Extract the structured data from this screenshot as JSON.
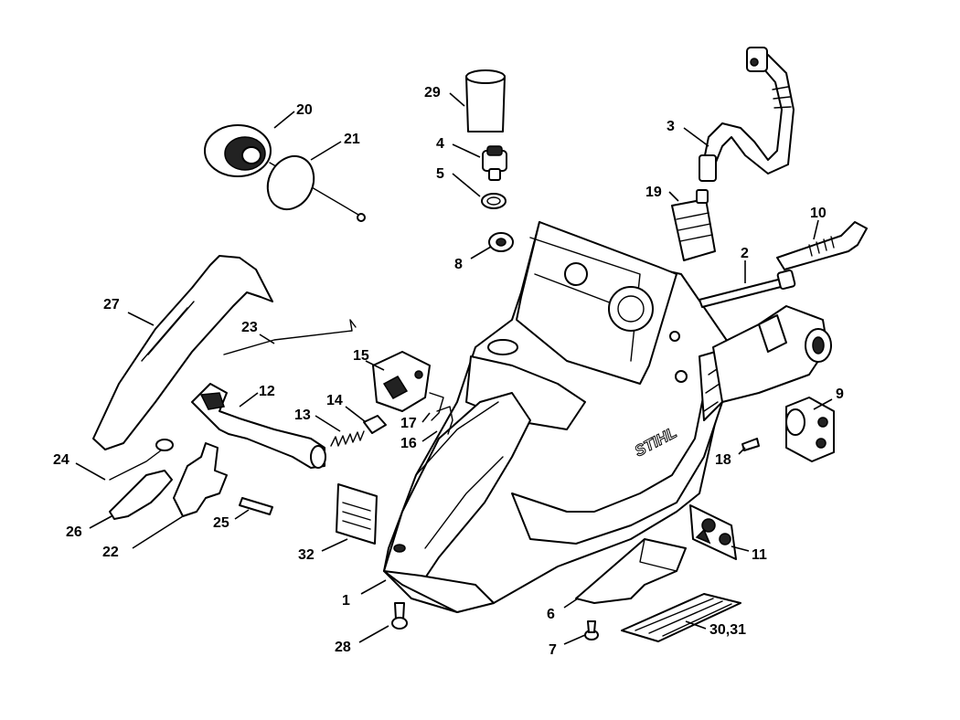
{
  "diagram": {
    "brand_mark": "STIHL",
    "callouts": {
      "c1": "1",
      "c2": "2",
      "c3": "3",
      "c4": "4",
      "c5": "5",
      "c6": "6",
      "c7": "7",
      "c8": "8",
      "c9": "9",
      "c10": "10",
      "c11": "11",
      "c12": "12",
      "c13": "13",
      "c14": "14",
      "c15": "15",
      "c16": "16",
      "c17": "17",
      "c18": "18",
      "c19": "19",
      "c20": "20",
      "c21": "21",
      "c22": "22",
      "c23": "23",
      "c24": "24",
      "c25": "25",
      "c26": "26",
      "c27": "27",
      "c28": "28",
      "c29": "29",
      "c30_31": "30,31",
      "c32": "32"
    }
  }
}
